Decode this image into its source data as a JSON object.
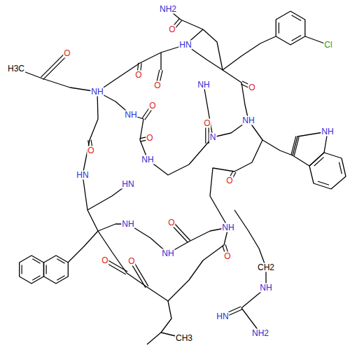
{
  "diagram": {
    "labels": [
      "NH2",
      "O",
      "HN",
      "Cl",
      "O",
      "H3C",
      "O",
      "O",
      "NH",
      "NH",
      "O",
      "O",
      "NH",
      "NH",
      "NH",
      "O",
      "N",
      "O",
      "O",
      "NH",
      "HN",
      "O",
      "HN",
      "O",
      "NH",
      "NH",
      "NH",
      "O",
      "O",
      "O",
      "CH2",
      "NH",
      "HN",
      "NH2",
      "CH3"
    ]
  }
}
